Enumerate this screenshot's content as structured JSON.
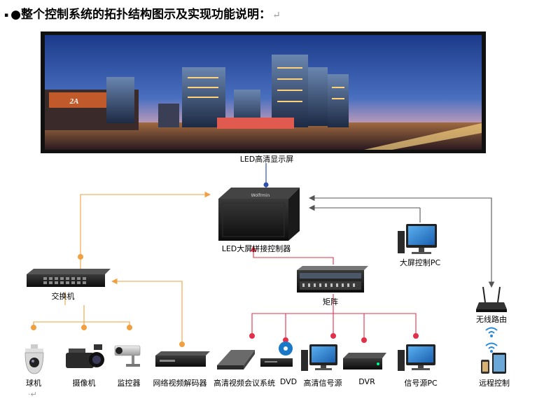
{
  "heading": {
    "bullet": "▪",
    "dot": "●",
    "text": "整个控制系统的拓扑结构图示及实现功能说明：",
    "return_mark": "↵"
  },
  "end_mark": "·↵",
  "screen": {
    "sign_text": "2A"
  },
  "labels": {
    "led_screen": "LED高清显示屏",
    "controller": "LED大屏拼接控制器",
    "controller_brand": "Wolfrmin",
    "switch": "交换机",
    "matrix": "矩阵",
    "control_pc": "大屏控制PC",
    "router": "无线路由",
    "remote": "远程控制",
    "ball_camera": "球机",
    "video_camera": "摄像机",
    "monitor_cam": "监控器",
    "decoder": "网络视频解码器",
    "conference": "高清视频会议系统",
    "dvd": "DVD",
    "hd_source": "高清信号源",
    "dvr": "DVR",
    "source_pc": "信号源PC"
  },
  "colors": {
    "orange": "#f0a040",
    "red": "#e0304a",
    "blue": "#3050b0",
    "gray": "#666666"
  }
}
